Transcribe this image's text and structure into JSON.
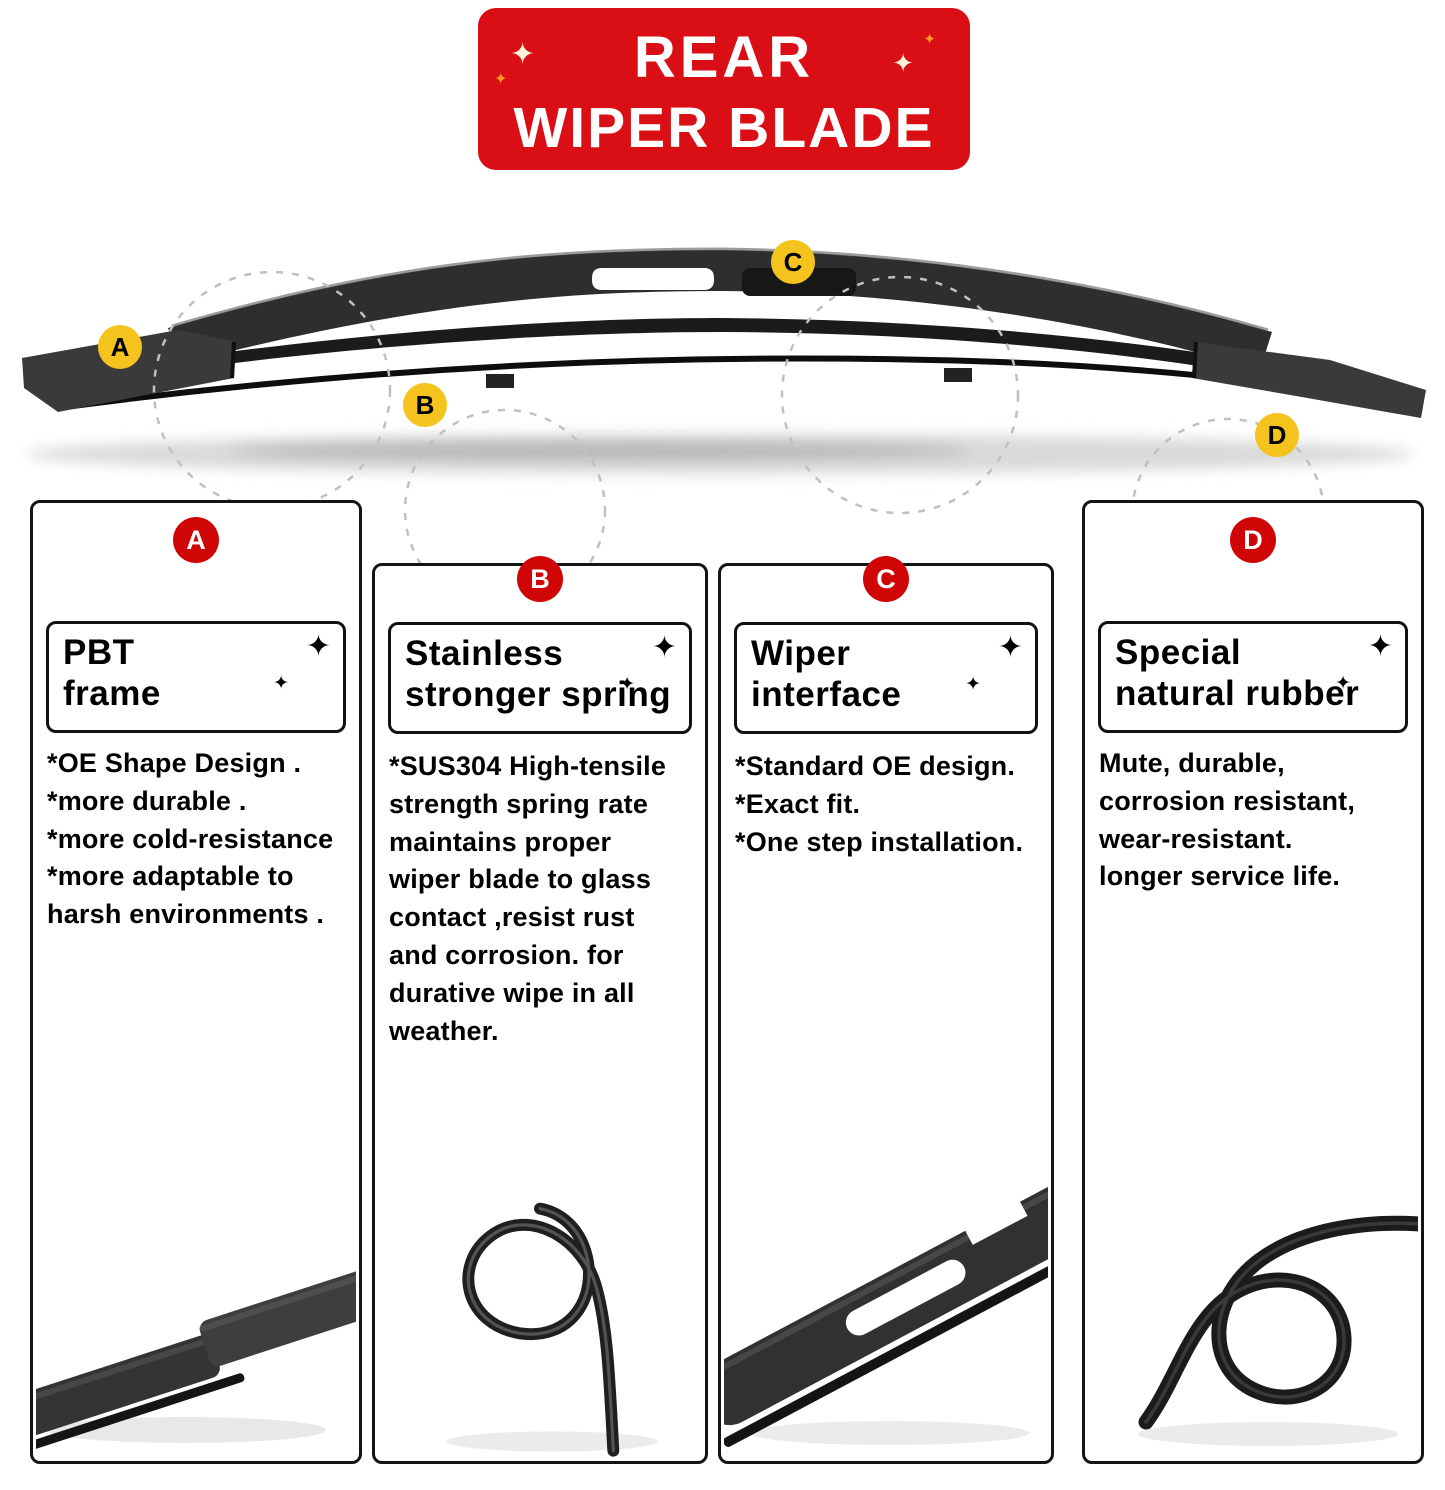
{
  "banner": {
    "line1": "REAR",
    "line2": "WIPER BLADE"
  },
  "icons": {
    "sparkle": "✦"
  },
  "blade_callouts": {
    "a": "A",
    "b": "B",
    "c": "C",
    "d": "D"
  },
  "panels": [
    {
      "letter": "A",
      "title": "PBT\nframe",
      "description": "*OE Shape Design .\n*more durable .\n*more cold-resistance\n*more adaptable to\nharsh environments ."
    },
    {
      "letter": "B",
      "title": "Stainless\nstronger spring",
      "description": "*SUS304 High-tensile\nstrength spring rate\nmaintains proper\nwiper blade to glass\ncontact ,resist rust\nand corrosion. for\ndurative wipe in all\nweather."
    },
    {
      "letter": "C",
      "title": "Wiper\ninterface",
      "description": "*Standard OE design.\n*Exact fit.\n*One step installation."
    },
    {
      "letter": "D",
      "title": "Special\nnatural rubber",
      "description": "Mute, durable,\ncorrosion resistant,\nwear-resistant.\nlonger service life."
    }
  ],
  "colors": {
    "banner_red": "#d90f15",
    "callout_yellow": "#f5c31d",
    "badge_red": "#d00606",
    "blade_dark": "#2e2e2e",
    "dashed_gray": "#c0c0c0"
  }
}
